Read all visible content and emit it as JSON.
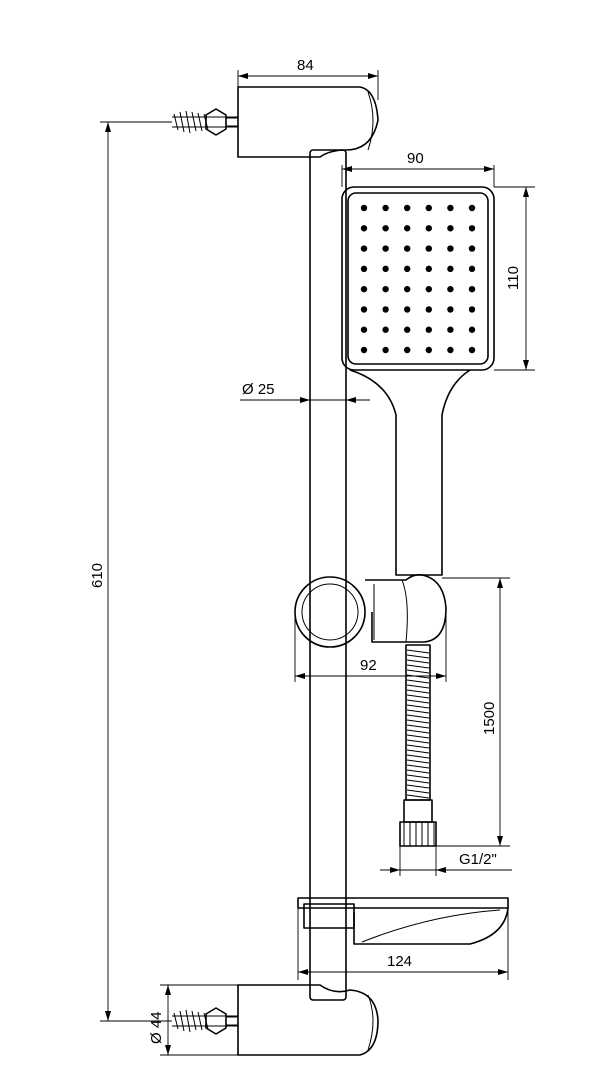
{
  "dimensions": {
    "bracket_width": "84",
    "handshower_width": "90",
    "handshower_height": "110",
    "rail_diameter": "Ø 25",
    "rail_height": "610",
    "holder_width": "92",
    "hose_length": "1500",
    "connection_thread": "G1/2\"",
    "soap_dish_width": "124",
    "bracket_diameter": "Ø 44"
  },
  "colors": {
    "line": "#000000",
    "background": "#ffffff"
  },
  "handshower": {
    "nozzle_rows": 8,
    "nozzle_cols": 6
  }
}
